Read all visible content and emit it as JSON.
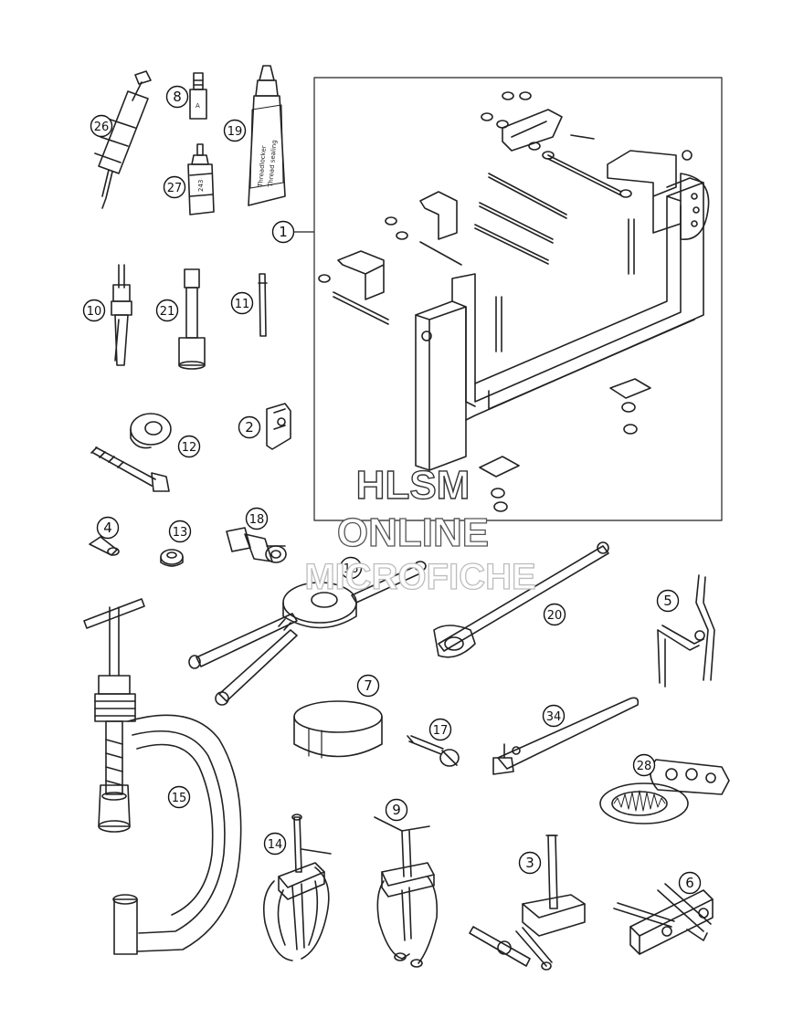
{
  "diagram": {
    "callouts": [
      "1",
      "2",
      "3",
      "4",
      "5",
      "6",
      "7",
      "8",
      "9",
      "10",
      "11",
      "12",
      "13",
      "14",
      "15",
      "16",
      "17",
      "18",
      "19",
      "20",
      "21",
      "26",
      "27",
      "28",
      "34"
    ],
    "tube_label_19": [
      "Threadlocker",
      "Thread sealing"
    ],
    "bottle_label_27": [
      "243"
    ],
    "syringe_label_8": [
      "A"
    ]
  },
  "watermark": {
    "line1": "HLSM",
    "line2": "ONLINE",
    "line3": "MICROFICHE"
  }
}
